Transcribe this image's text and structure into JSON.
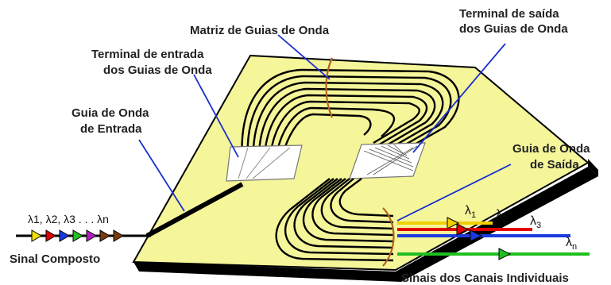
{
  "labels": {
    "matriz": "Matriz de Guias de Onda",
    "terminal_saida_1": "Terminal de saída",
    "terminal_saida_2": "dos Guias de Onda",
    "terminal_entrada_1": "Terminal de entrada",
    "terminal_entrada_2": "dos Guias de Onda",
    "guia_entrada_1": "Guia de Onda",
    "guia_entrada_2": "de Entrada",
    "guia_saida_1": "Guia de Onda",
    "guia_saida_2": "de Saída",
    "input_wavelengths": "λ1, λ2, λ3 . . . λn",
    "sinal_composto": "Sinal Composto",
    "sinais_canais": "Sinais dos Canais Individuais"
  },
  "output_channels": [
    {
      "symbol": "λ",
      "subscript": "1",
      "color": "#f0d000"
    },
    {
      "symbol": "λ",
      "subscript": "2",
      "color": "#e00000"
    },
    {
      "symbol": "λ",
      "subscript": "3",
      "color": "#1a3adf"
    },
    {
      "symbol": "λ",
      "subscript": "n",
      "color": "#1fc01f"
    }
  ],
  "input_arrow_colors": [
    "#f0e000",
    "#e00000",
    "#1a3adf",
    "#1fc01f",
    "#b020c0",
    "#7a3a10",
    "#7a3a10"
  ],
  "colors": {
    "substrate_top": "#f5f59a",
    "substrate_edge": "#000000",
    "waveguide": "#000000",
    "pointer_line": "#1a2fd0",
    "bracket": "#b0651a"
  }
}
